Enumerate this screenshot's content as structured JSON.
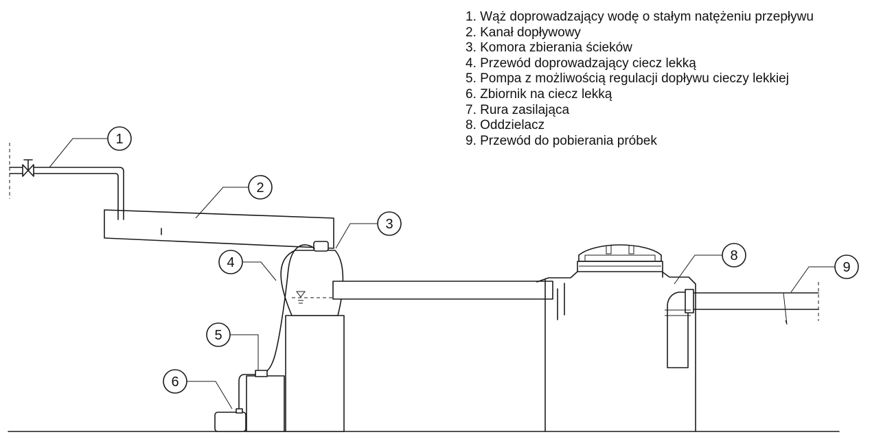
{
  "legend": [
    "1. Wąż doprowadzający wodę o stałym natężeniu przepływu",
    "2. Kanał dopływowy",
    "3. Komora zbierania ścieków",
    "4. Przewód doprowadzający ciecz lekką",
    "5. Pompa z możliwością regulacji dopływu cieczy lekkiej",
    "6. Zbiornik na ciecz lekką",
    "7. Rura zasilająca",
    "8. Oddzielacz",
    "9. Przewód do pobierania próbek"
  ],
  "callouts": [
    "1",
    "2",
    "3",
    "4",
    "5",
    "6",
    "8",
    "9"
  ]
}
